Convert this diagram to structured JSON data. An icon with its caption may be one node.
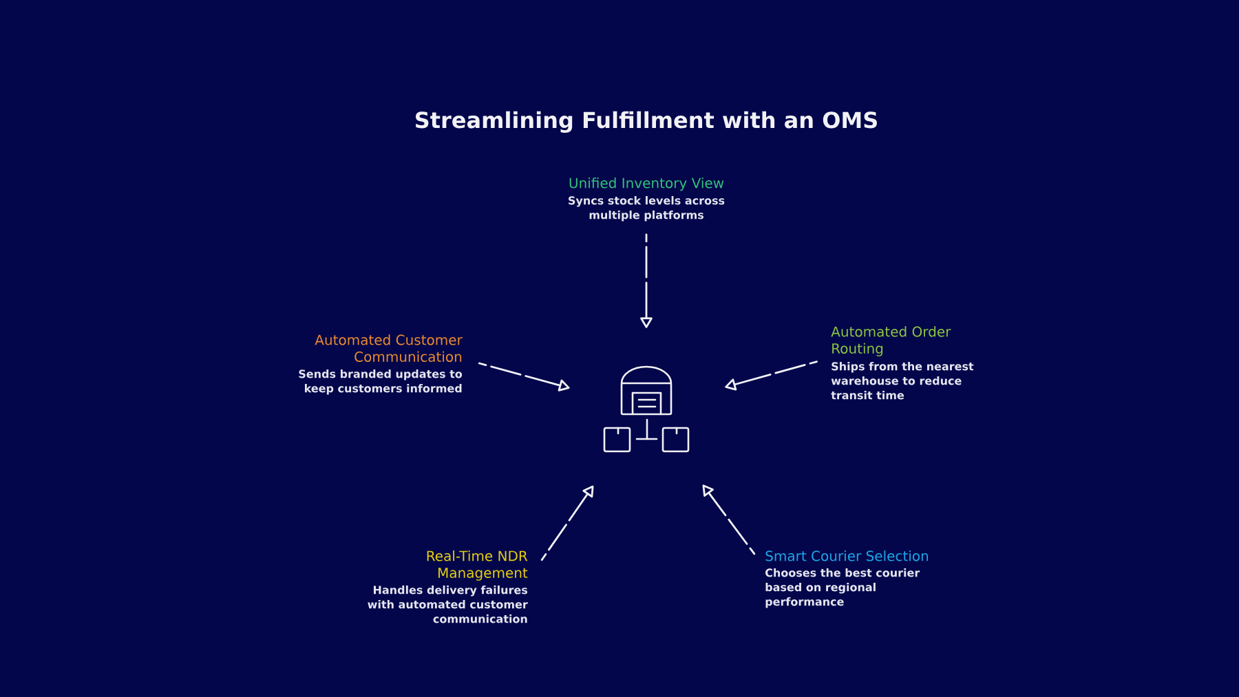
{
  "diagram": {
    "title": "Streamlining Fulfillment with an OMS",
    "nodes": [
      {
        "text": [
          "Unified Inventory View",
          "Syncs stock levels across multiple platforms"
        ]
      },
      {
        "text": [
          "Automated Customer Communication",
          "Sends branded updates to keep customers informed"
        ]
      },
      {
        "text": [],
        "shape": "picture"
      },
      {
        "text": [
          "Automated Order Routing",
          "Ships from the nearest warehouse to reduce transit time"
        ]
      },
      {
        "text": [
          "Real-Time NDR Management",
          "Handles delivery failures with automated customer communication"
        ]
      },
      {
        "text": [
          "Smart Courier Selection",
          "Chooses the best courier based on regional performance"
        ]
      }
    ],
    "edges": [
      {
        "from": 0,
        "to": 2,
        "arrow": "to",
        "style": "dashed"
      },
      {
        "from": 1,
        "to": 2,
        "arrow": "to",
        "style": "dashed"
      },
      {
        "from": 3,
        "to": 2,
        "arrow": "to",
        "style": "dashed"
      },
      {
        "from": 4,
        "to": 2,
        "arrow": "to",
        "style": "dashed"
      },
      {
        "from": 5,
        "to": 2,
        "arrow": "to",
        "style": "dashed"
      }
    ]
  }
}
